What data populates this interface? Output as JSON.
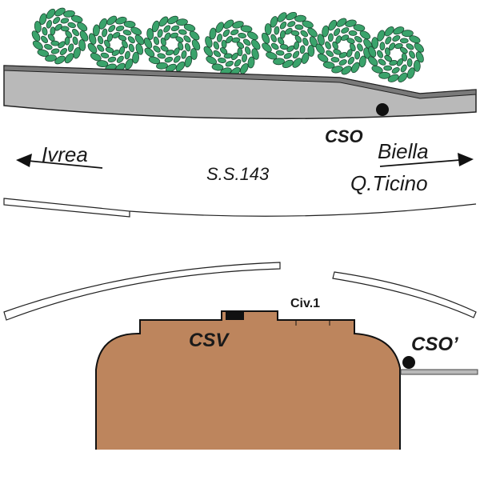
{
  "labels": {
    "ivrea": "Ivrea",
    "biella": "Biella",
    "ticino": "Q.Ticino",
    "road": "S.S.143",
    "cso": "CSO",
    "cso_prime": "CSO’",
    "csv": "CSV",
    "civ": "Civ.1"
  },
  "colors": {
    "tree": "#3aa36b",
    "band": "#b9b9b9",
    "band_top": "#7a7a7a",
    "building": "#bd855d"
  },
  "tree_count": 7
}
